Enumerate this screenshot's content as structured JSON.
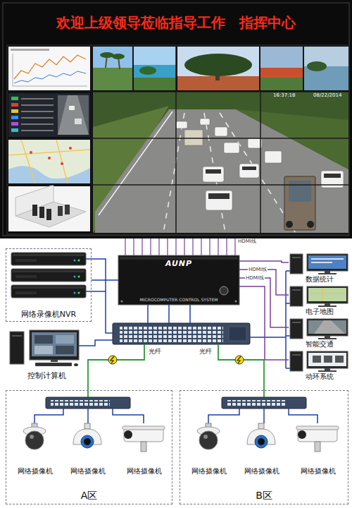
{
  "diagram": {
    "title": "欢迎上级领导莅临指导工作　指挥中心",
    "nodes": [
      {
        "text": [
          "网络录像机NVR"
        ]
      },
      {
        "text": [
          "AUNP",
          "MICROCOMPUTER CONTROL SYSTEM"
        ]
      },
      {
        "text": [
          "数据统计"
        ]
      },
      {
        "text": [
          "电子地图"
        ]
      },
      {
        "text": [
          "智能交通"
        ]
      },
      {
        "text": [
          "动环系统"
        ]
      },
      {
        "text": [
          "控制计算机"
        ]
      },
      {
        "text": [
          "A区"
        ]
      },
      {
        "text": [
          "网络摄像机"
        ],
        "in": 7
      },
      {
        "text": [
          "网络摄像机"
        ],
        "in": 7
      },
      {
        "text": [
          "网络摄像机"
        ],
        "in": 7
      },
      {
        "text": [
          "B区"
        ]
      },
      {
        "text": [
          "网络摄像机"
        ],
        "in": 11
      },
      {
        "text": [
          "网络摄像机"
        ],
        "in": 11
      },
      {
        "text": [
          "网络摄像机"
        ],
        "in": 11
      }
    ],
    "edges": [
      {
        "from": 0,
        "to": 1,
        "arrow": "none"
      },
      {
        "from": 1,
        "to": 2,
        "arrow": "none"
      },
      {
        "from": 1,
        "to": 3,
        "arrow": "none",
        "label": "HDMI线"
      },
      {
        "from": 1,
        "to": 4,
        "arrow": "none",
        "label": "HDMI线"
      },
      {
        "from": 1,
        "to": 5,
        "arrow": "none"
      }
    ],
    "labels": [
      "HDMI线",
      "光纤",
      "光纤",
      "16:37:18",
      "08/22/2014"
    ]
  }
}
